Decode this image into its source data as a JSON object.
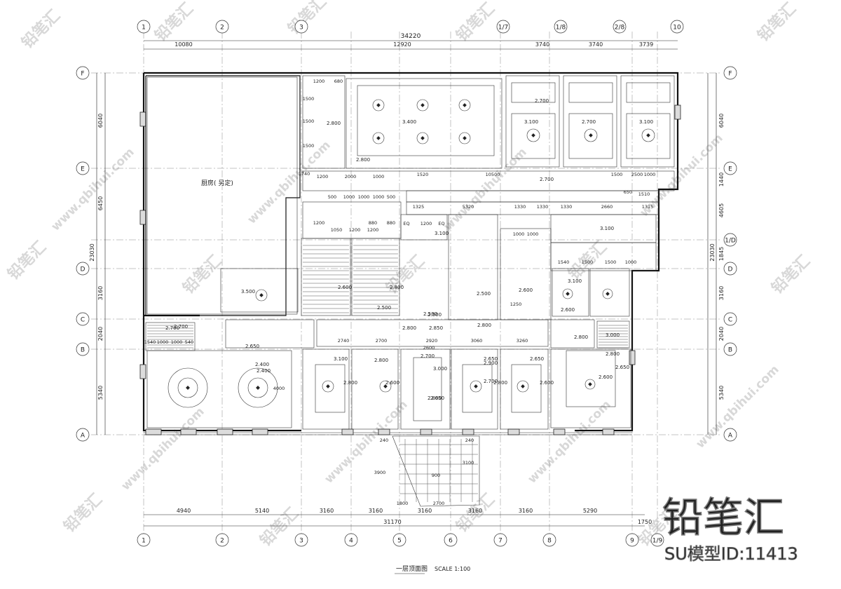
{
  "axes_top": [
    "1",
    "2",
    "3",
    "1/7",
    "1/8",
    "2/8",
    "10"
  ],
  "axes_bottom": [
    "1",
    "2",
    "3",
    "4",
    "5",
    "6",
    "7",
    "8",
    "9",
    "1/9"
  ],
  "axes_rows": [
    "F",
    "E",
    "1/D",
    "D",
    "C",
    "B",
    "A"
  ],
  "axes_rows_right": [
    "F",
    "E",
    "1/D",
    "D",
    "C",
    "B",
    "A"
  ],
  "dims_top_total": "34220",
  "dims_top": [
    "10080",
    "12920",
    "3740",
    "3740",
    "3739"
  ],
  "dims_bottom": [
    "4940",
    "5140",
    "3160",
    "3160",
    "3160",
    "3160",
    "3160",
    "5290"
  ],
  "dims_bottom_total": "31170",
  "dims_bottom_extra": "1750",
  "dims_left_total": "23030",
  "dims_left": [
    "6040",
    "6450",
    "3160",
    "2040",
    "5340"
  ],
  "dims_right_total": "23030",
  "dims_right": [
    "6040",
    "1440",
    "4605",
    "1845",
    "3160",
    "2040",
    "5340"
  ],
  "kitchen_label": "厨房( 另定)",
  "levels": [
    "2.800",
    "3.400",
    "2.800",
    "2.700",
    "3.100",
    "2.700",
    "3.100",
    "2.700",
    "3.100",
    "3.100",
    "3.500",
    "2.600",
    "2.800",
    "2.500",
    "2.500",
    "2.500",
    "2.600",
    "3.100",
    "2.600",
    "2.850",
    "2.800",
    "2.800",
    "3.000",
    "2.500",
    "2.800",
    "2.650",
    "2.700",
    "2.700",
    "2.400",
    "2.400",
    "3.100",
    "2.800",
    "2.800",
    "2.600",
    "2.700",
    "2.650",
    "2.650",
    "2.900",
    "2.800",
    "2.650",
    "2.600",
    "2.800",
    "2.650",
    "2.600",
    "2.800",
    "3.000",
    "2.700"
  ],
  "misc_dims": [
    "1200",
    "680",
    "1500",
    "1500",
    "1500",
    "1740",
    "1200",
    "2000",
    "1000",
    "1520",
    "10500",
    "1500",
    "2500",
    "1000",
    "500",
    "1000",
    "1000",
    "1000",
    "500",
    "1325",
    "5320",
    "1330",
    "1330",
    "1330",
    "2660",
    "1315",
    "1510",
    "650",
    "1200",
    "880",
    "880",
    "1050",
    "1200",
    "1200",
    "EQ",
    "1200",
    "EQ",
    "2740",
    "2700",
    "2920",
    "3060",
    "3260",
    "1540",
    "1000",
    "1000",
    "540",
    "2600",
    "4000",
    "1250",
    "1000",
    "1000",
    "1540",
    "1500",
    "1500",
    "1000",
    "1800",
    "2700",
    "240",
    "3900",
    "3100",
    "240",
    "900"
  ],
  "title": "一层顶面图",
  "scale": "SCALE 1:100",
  "brand": "铅笔汇",
  "model_id": "SU模型ID:11413",
  "watermark_text": "www.qbihui.com"
}
